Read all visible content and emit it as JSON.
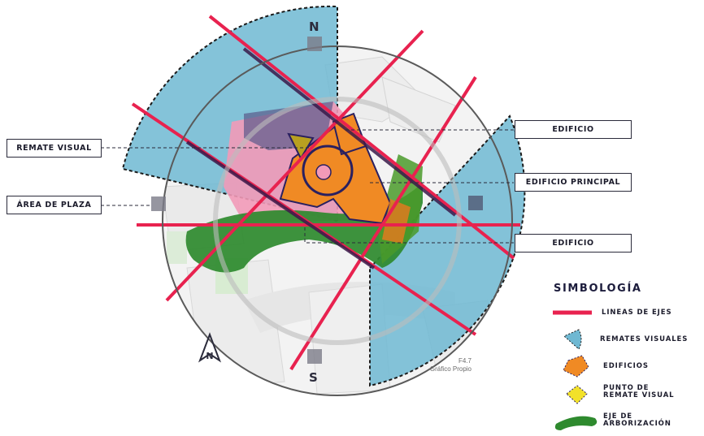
{
  "compass": {
    "north": "N",
    "south": "S",
    "north_arrow_letter": "N"
  },
  "callouts": {
    "remate_visual": "REMATE VISUAL",
    "area_plaza": "ÁREA DE PLAZA",
    "edificio_top": "EDIFICIO",
    "edificio_principal": "EDIFICIO PRINCIPAL",
    "edificio_bottom": "EDIFICIO"
  },
  "caption": {
    "figure": "F4.7",
    "source": "Gráfico Propio"
  },
  "legend": {
    "title": "SIMBOLOGÍA",
    "items": [
      {
        "label": "LINEAS DE EJES",
        "symbol": "axis-line-swatch",
        "color": "#e8224f"
      },
      {
        "label": "REMATES VISUALES",
        "symbol": "visual-endpoint-swatch",
        "color": "#6fb8d2"
      },
      {
        "label": "EDIFICIOS",
        "symbol": "building-swatch",
        "color": "#f08a24"
      },
      {
        "label_line1": "PUNTO DE",
        "label_line2": "REMATE VISUAL",
        "symbol": "visual-point-swatch",
        "color": "#f2e12a"
      },
      {
        "label_line1": "EJE DE",
        "label_line2": "ARBORIZACIÓN",
        "symbol": "tree-axis-swatch",
        "color": "#2e8a2e"
      }
    ]
  },
  "colors": {
    "axis": "#e8224f",
    "axis_dark": "#3a1a4a",
    "visual": "#6fb8d2",
    "building": "#f08a24",
    "plaza": "#f29ab8",
    "tree": "#2e8a2e",
    "circle": "#555555"
  }
}
